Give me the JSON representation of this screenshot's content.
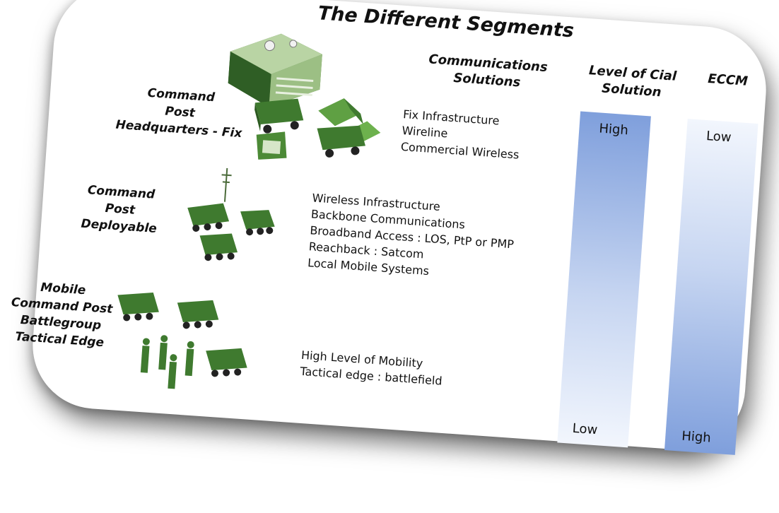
{
  "title": "The Different Segments",
  "columns": {
    "communications": "Communications Solutions",
    "level": "Level of Cial Solution",
    "eccm": "ECCM"
  },
  "segments": [
    {
      "name": "Command Post Headquarters - Fix",
      "lines": [
        "Command",
        "Post",
        "Headquarters - Fix"
      ],
      "solutions": [
        "Fix Infrastructure",
        "Wireline",
        "Commercial Wireless"
      ]
    },
    {
      "name": "Command Post Deployable",
      "lines": [
        "Command",
        "Post",
        "Deployable"
      ],
      "solutions": [
        "Wireless Infrastructure",
        "Backbone Communications",
        "Broadband Access : LOS, PtP or PMP",
        "Reachback : Satcom",
        "Local Mobile Systems"
      ]
    },
    {
      "name": "Mobile Command Post Battlegroup Tactical Edge",
      "lines": [
        "Mobile",
        "Command Post",
        "Battlegroup",
        "Tactical Edge"
      ],
      "solutions": [
        "High Level of Mobility",
        "Tactical edge : battlefield"
      ]
    }
  ],
  "level_bar": {
    "top_label": "High",
    "bottom_label": "Low"
  },
  "eccm_bar": {
    "top_label": "Low",
    "bottom_label": "High"
  },
  "colors": {
    "bar_blue": "#7f9fdc",
    "bar_light": "#eef3fc",
    "vehicle_green": "#3f7a2f"
  }
}
